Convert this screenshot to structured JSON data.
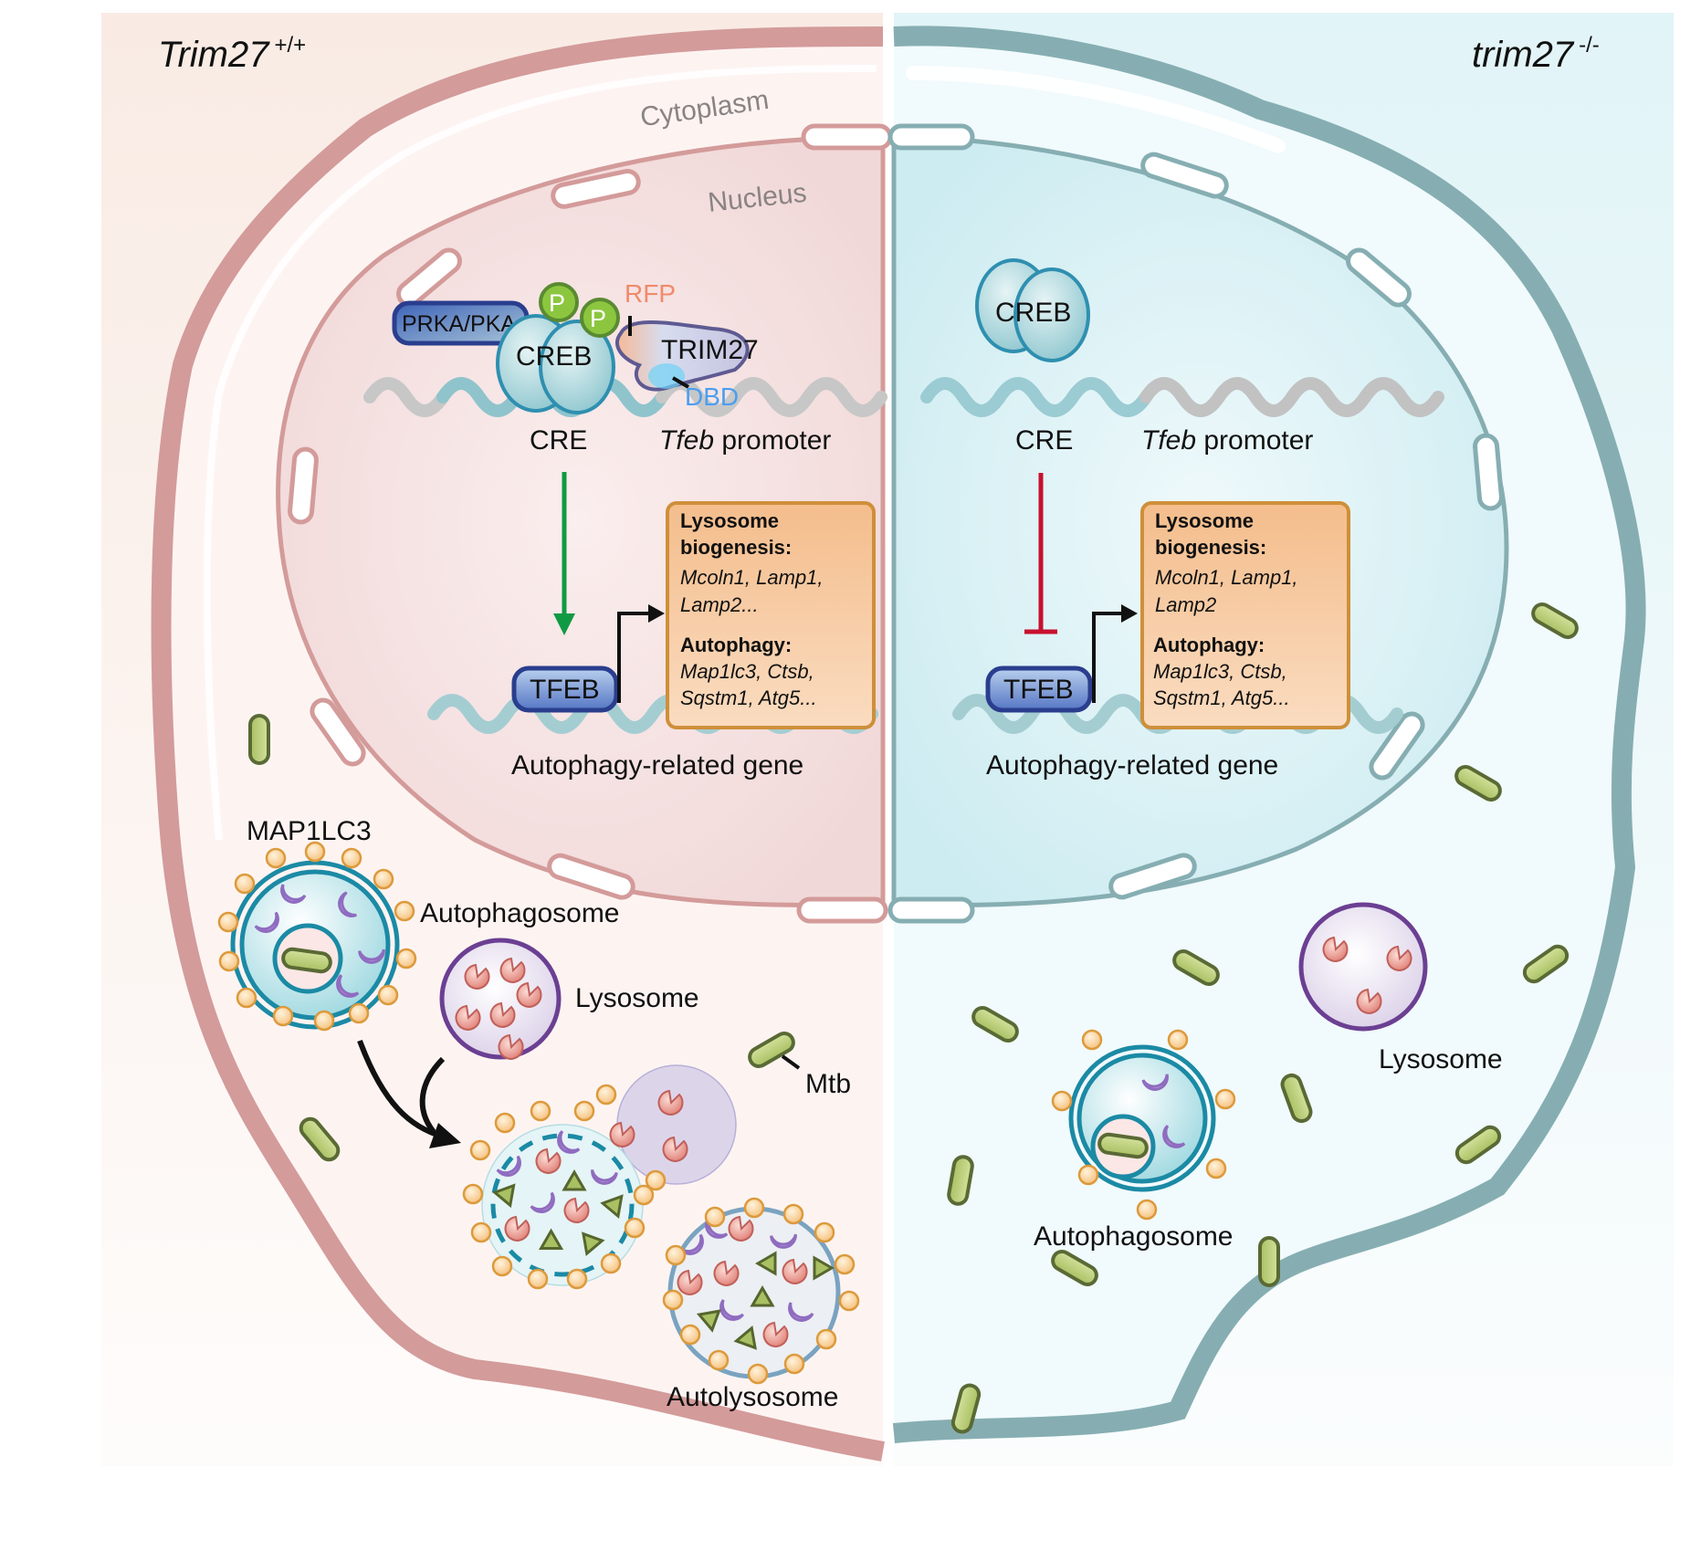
{
  "panels": {
    "left": {
      "genotype": "Trim27",
      "genotype_sup": "+/+",
      "compartments": {
        "cytoplasm": "Cytoplasm",
        "nucleus": "Nucleus"
      },
      "proteins": {
        "kinase": "PRKA/PKA",
        "phospho": "P",
        "creb": "CREB",
        "rfp": "RFP",
        "trim27": "TRIM27",
        "dbd": "DBD",
        "tfeb": "TFEB"
      },
      "dna": {
        "cre": "CRE",
        "promoter_gene": "Tfeb",
        "promoter_suffix": " promoter",
        "target": "Autophagy-related gene"
      },
      "gene_box": {
        "lyso_heading_1": "Lysosome",
        "lyso_heading_2": "biogenesis:",
        "lyso_genes_1": "Mcoln1,  Lamp1,",
        "lyso_genes_2": "Lamp2...",
        "auto_heading": "Autophagy:",
        "auto_genes_1": "Map1lc3, Ctsb,",
        "auto_genes_2": "Sqstm1, Atg5..."
      },
      "regulation": "activation",
      "organelles": {
        "map1lc3": "MAP1LC3",
        "autophagosome": "Autophagosome",
        "lysosome": "Lysosome",
        "mtb": "Mtb",
        "autolysosome": "Autolysosome"
      }
    },
    "right": {
      "genotype": "trim27",
      "genotype_sup": "-/-",
      "proteins": {
        "creb": "CREB",
        "tfeb": "TFEB"
      },
      "dna": {
        "cre": "CRE",
        "promoter_gene": "Tfeb",
        "promoter_suffix": " promoter",
        "target": "Autophagy-related gene"
      },
      "gene_box": {
        "lyso_heading_1": "Lysosome",
        "lyso_heading_2": "biogenesis:",
        "lyso_genes_1": "Mcoln1,  Lamp1,",
        "lyso_genes_2": "Lamp2",
        "auto_heading": "Autophagy:",
        "auto_genes_1": "Map1lc3, Ctsb,",
        "auto_genes_2": "Sqstm1, Atg5..."
      },
      "regulation": "inhibition",
      "organelles": {
        "lysosome": "Lysosome",
        "autophagosome": "Autophagosome"
      }
    }
  },
  "colors": {
    "wt_membrane": "#d39b9a",
    "ko_membrane": "#86aeb2",
    "wt_bg": "#f9ebe4",
    "ko_bg": "#e1f4f7",
    "activation_arrow": "#119a44",
    "inhibition_bar": "#c8102e",
    "rfp": "#f08a6b",
    "dbd": "#4a9ef0",
    "gene_box": "#f6c79a",
    "gene_box_border": "#cf8f3a",
    "phospho": "#8cc63f",
    "mtb": "#b6cc72"
  }
}
